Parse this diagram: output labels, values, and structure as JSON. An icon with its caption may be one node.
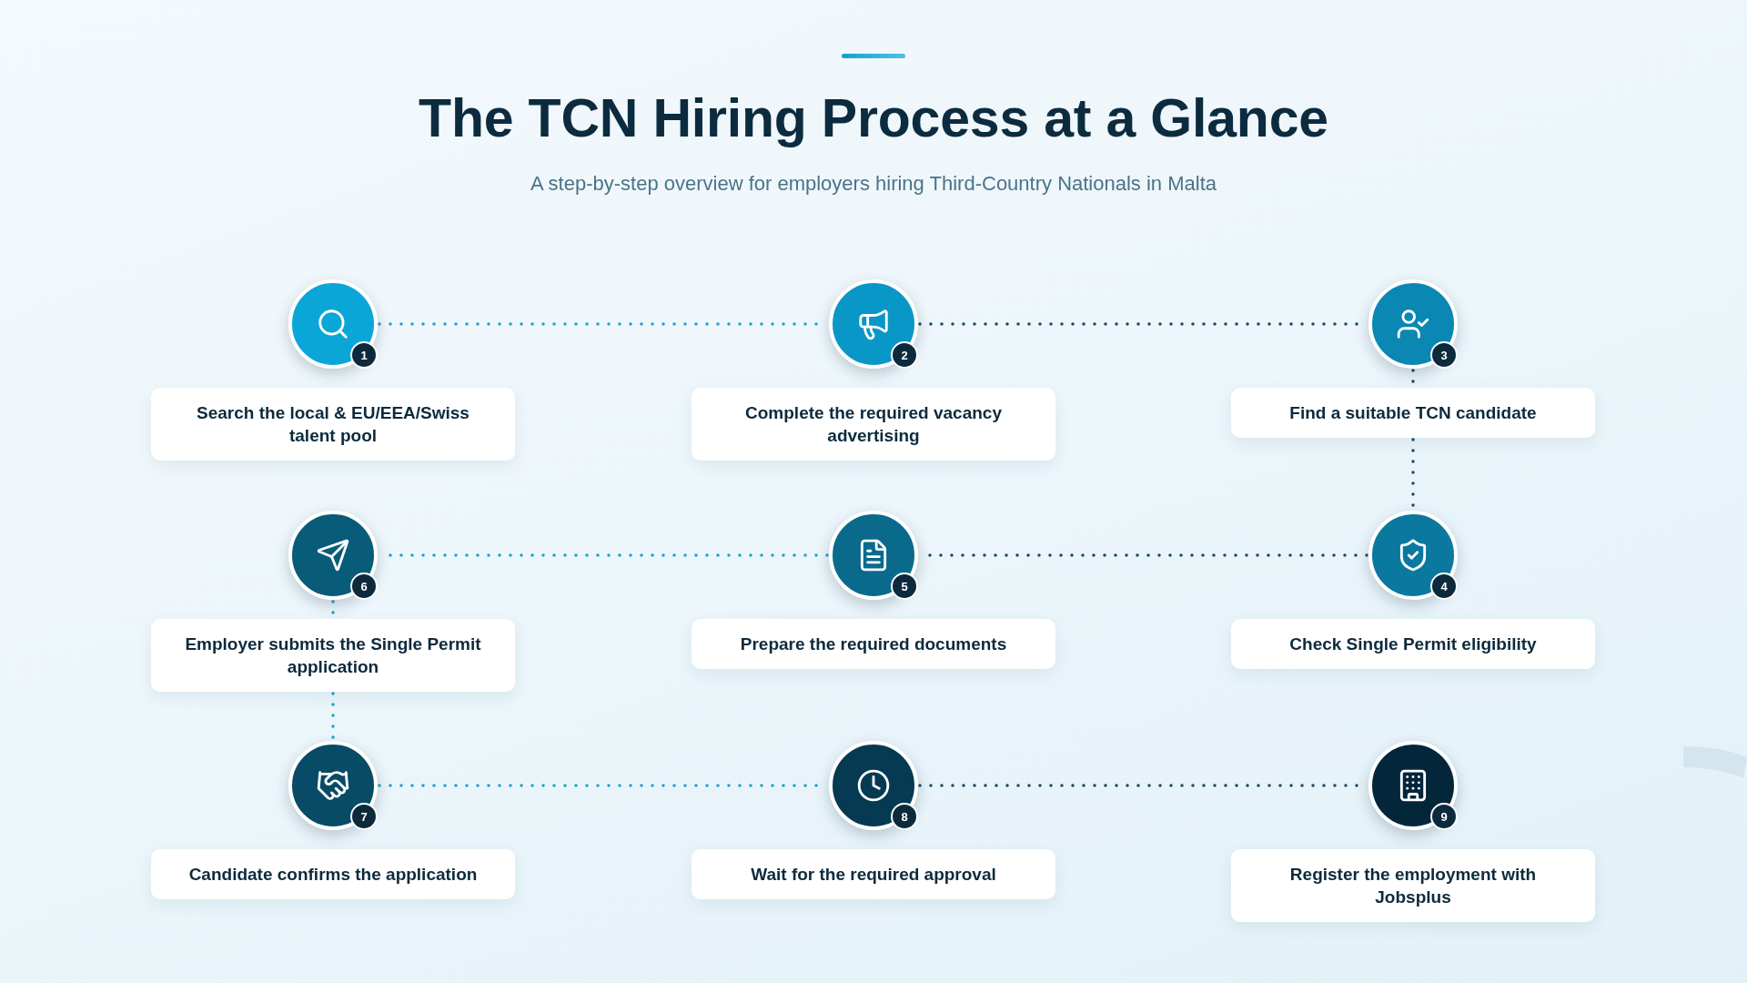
{
  "diagram": {
    "title": "The TCN Hiring Process at a Glance",
    "nodes": [
      {
        "text": [
          "1"
        ]
      },
      {
        "text": [
          "Search the local & EU/EEA/Swiss talent pool"
        ]
      },
      {
        "text": [
          "2"
        ]
      },
      {
        "text": [
          "Complete the required vacancy advertising"
        ]
      },
      {
        "text": [
          "3"
        ]
      },
      {
        "text": [
          "Find a suitable TCN candidate"
        ]
      },
      {
        "text": [
          "4"
        ]
      },
      {
        "text": [
          "Check Single Permit eligibility"
        ]
      },
      {
        "text": [
          "5"
        ]
      },
      {
        "text": [
          "Prepare the required documents"
        ]
      },
      {
        "text": [
          "6"
        ]
      },
      {
        "text": [
          "Employer submits the Single Permit application"
        ]
      },
      {
        "text": [
          "7"
        ]
      },
      {
        "text": [
          "Candidate confirms the application"
        ]
      },
      {
        "text": [
          "8"
        ]
      },
      {
        "text": [
          "Wait for the required approval"
        ]
      },
      {
        "text": [
          "9"
        ]
      },
      {
        "text": [
          "Register the employment with Jobsplus"
        ]
      }
    ],
    "edges": [
      {
        "from": 0,
        "to": 2,
        "arrow": "none",
        "color": "#1ba3cf"
      },
      {
        "from": 2,
        "to": 4,
        "arrow": "none",
        "color": "#1e4a5e"
      },
      {
        "from": 4,
        "to": 5,
        "arrow": "none",
        "color": "#1e4a5e"
      },
      {
        "from": 5,
        "to": 6,
        "arrow": "none",
        "color": "#1e4a5e"
      },
      {
        "from": 6,
        "to": 8,
        "arrow": "none",
        "color": "#1e4a5e"
      },
      {
        "from": 8,
        "to": 10,
        "arrow": "none",
        "color": "#1ba3cf"
      },
      {
        "from": 10,
        "to": 11,
        "arrow": "none",
        "color": "#1ba3cf"
      },
      {
        "from": 11,
        "to": 12,
        "arrow": "none",
        "color": "#1ba3cf"
      },
      {
        "from": 12,
        "to": 14,
        "arrow": "none",
        "color": "#1ba3cf"
      },
      {
        "from": 14,
        "to": 16,
        "arrow": "none",
        "color": "#1e4a5e"
      }
    ],
    "labels": [
      "A step-by-step overview for employers hiring Third-Country Nationals in Malta"
    ]
  }
}
